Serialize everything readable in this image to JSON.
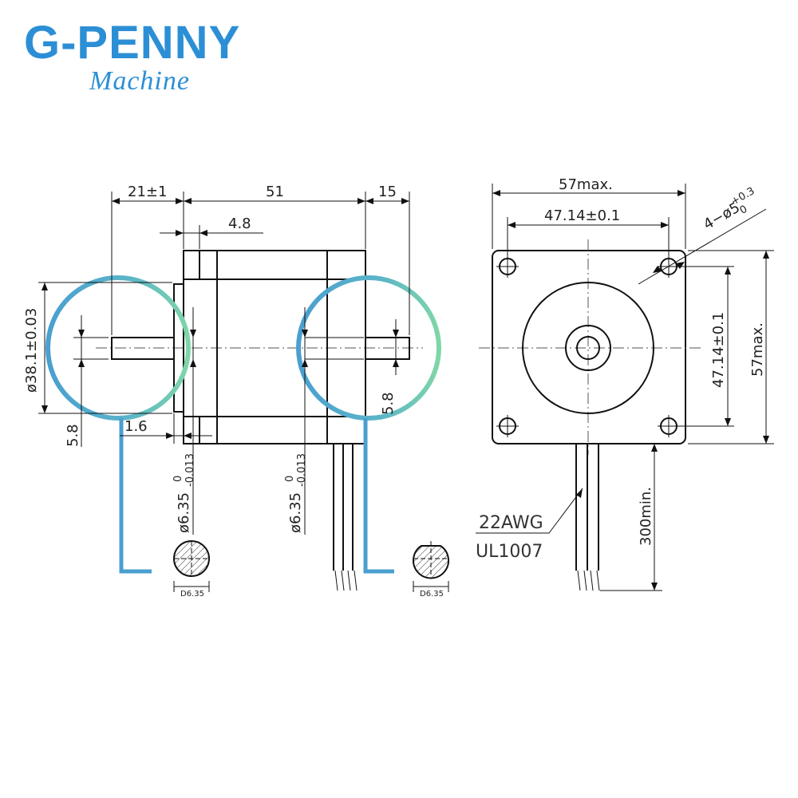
{
  "brand": {
    "name": "G-PENNY",
    "subtitle": "Machine"
  },
  "side_view": {
    "dim_shaft_front": "21±1",
    "dim_body_length": "51",
    "dim_shaft_rear": "15",
    "dim_flange_gap": "4.8",
    "dim_boss_diameter": "ø38.1±0.03",
    "dim_flat_left": "5.8",
    "dim_boss_height": "1.6",
    "dim_flat_right": "5.8",
    "shaft_front_diameter": "ø6.35",
    "shaft_front_tolerance_upper": "0",
    "shaft_front_tolerance_lower": "-0.013",
    "shaft_rear_diameter": "ø6.35",
    "shaft_rear_tolerance_upper": "0",
    "shaft_rear_tolerance_lower": "-0.013",
    "section_left_label": "D6.35",
    "section_right_label": "D6.35"
  },
  "front_view": {
    "dim_width_max": "57max.",
    "dim_hole_spacing_h": "47.14±0.1",
    "dim_hole_spacing_v": "47.14±0.1",
    "dim_height_max": "57max.",
    "hole_spec": "4−ø5",
    "hole_tolerance_upper": "+0.3",
    "hole_tolerance_lower": "0",
    "dim_lead_length": "300min.",
    "wire_gauge": "22AWG",
    "wire_standard": "UL1007"
  },
  "colors": {
    "brand": "#2c8fd6",
    "highlight_left": "#4a9fd0",
    "highlight_right": "#76d0b0",
    "line": "#111111"
  }
}
